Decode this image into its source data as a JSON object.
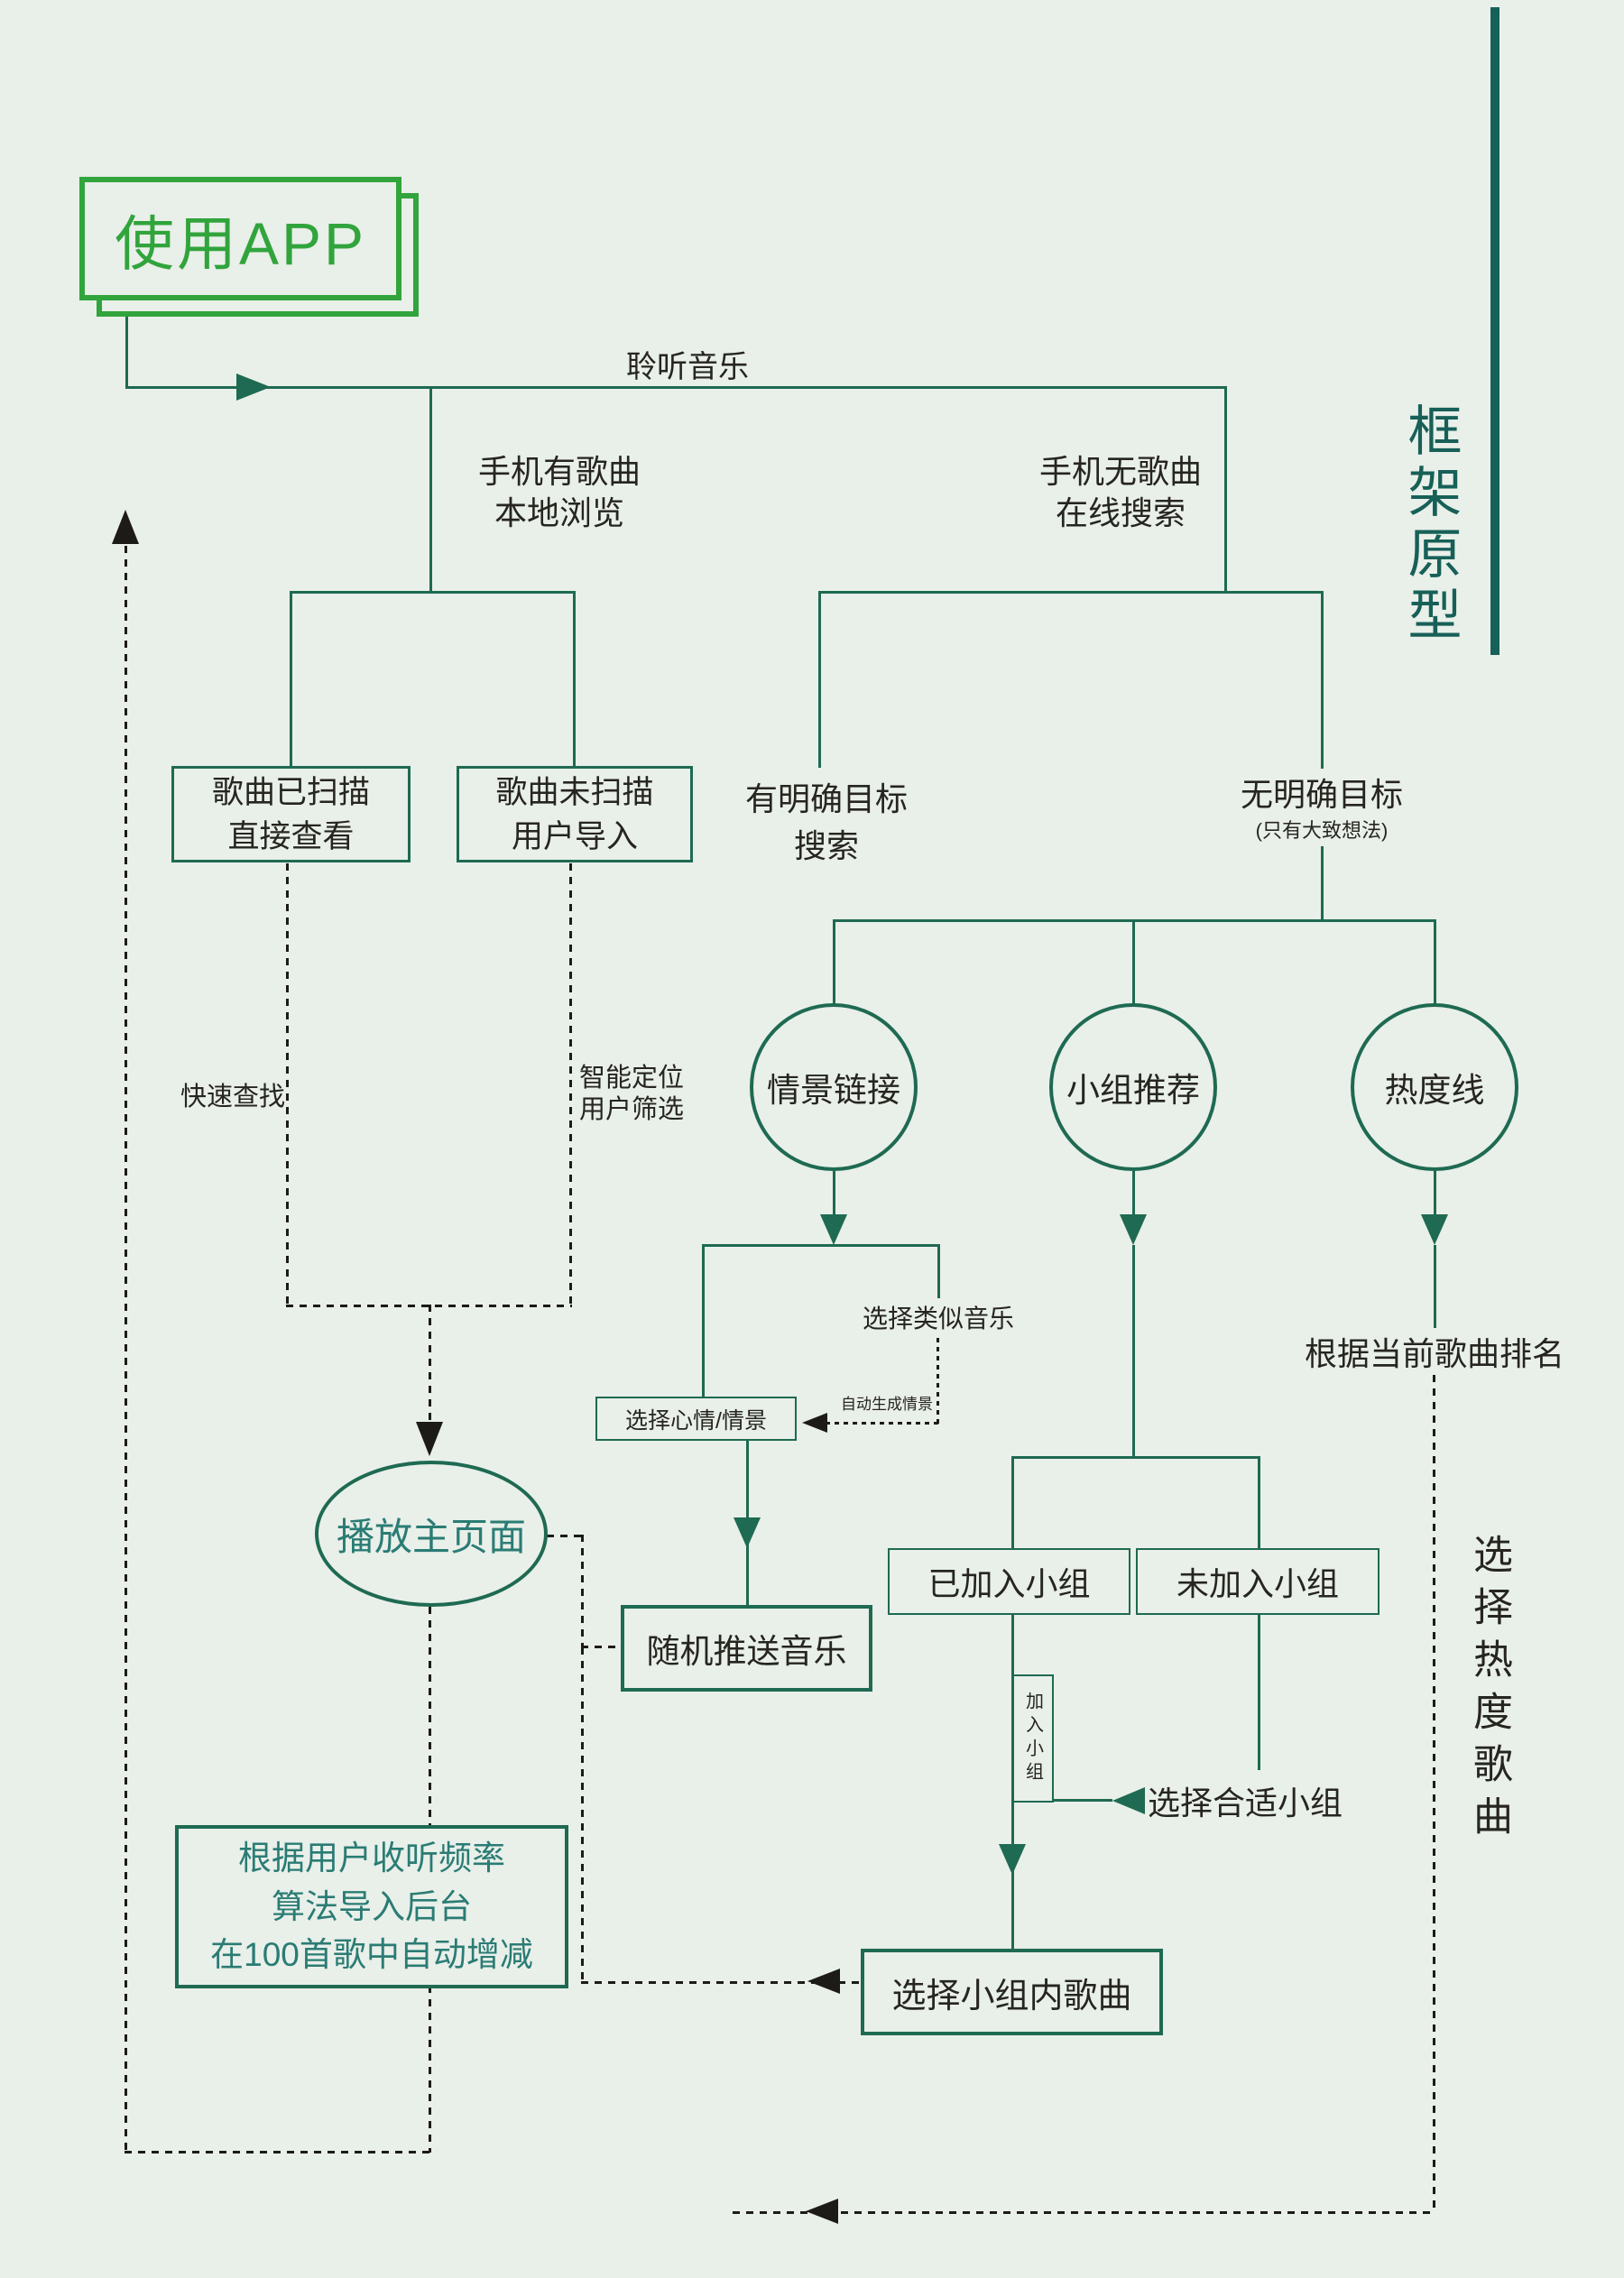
{
  "app": {
    "title": "使用APP",
    "frame_label": "框架原型"
  },
  "flow": {
    "listen": "聆听音乐"
  },
  "branches": {
    "local_1": "手机有歌曲",
    "local_2": "本地浏览",
    "online_1": "手机无歌曲",
    "online_2": "在线搜索",
    "scanned_1": "歌曲已扫描",
    "scanned_2": "直接查看",
    "unscanned_1": "歌曲未扫描",
    "unscanned_2": "用户导入",
    "clear_goal_1": "有明确目标",
    "clear_goal_2": "搜索",
    "unclear_goal_1": "无明确目标",
    "unclear_goal_2": "(只有大致想法)"
  },
  "circles": {
    "scene_link": "情景链接",
    "group_recommend": "小组推荐",
    "heat_line": "热度线"
  },
  "labels": {
    "quick_find": "快速查找",
    "smart_locate_1": "智能定位",
    "smart_locate_2": "用户筛选",
    "choose_similar": "选择类似音乐",
    "auto_scene": "自动生成情景",
    "mood_scene_box": "选择心情/情景",
    "random_push": "随机推送音乐",
    "play_home": "播放主页面",
    "joined_group": "已加入小组",
    "not_joined_group": "未加入小组",
    "join_group": "加入小组",
    "choose_fit_group": "选择合适小组",
    "choose_group_song": "选择小组内歌曲",
    "current_rank": "根据当前歌曲排名",
    "choose_heat_song": "选择热度歌曲",
    "algo_1": "根据用户收听频率",
    "algo_2": "算法导入后台",
    "algo_3": "在100首歌中自动增减"
  }
}
